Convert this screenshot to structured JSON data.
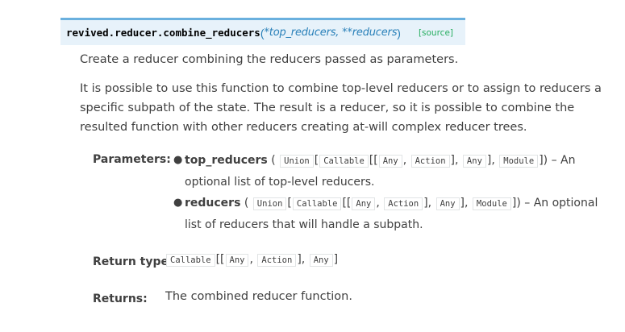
{
  "signature": {
    "qualified_name": "revived.reducer.combine_reducers",
    "open_paren": "(",
    "params": "*top_reducers, **reducers",
    "close_paren": ")",
    "source_link": "[source]"
  },
  "description": {
    "summary": "Create a reducer combining the reducers passed as parameters.",
    "detail": "It is possible to use this function to combine top-level reducers or to assign to reducers a specific subpath of the state. The result is a reducer, so it is possible to combine the resulted function with other reducers creating at-will complex reducer trees."
  },
  "fields": {
    "parameters_label": "Parameters:",
    "return_type_label": "Return type:",
    "returns_label": "Returns:",
    "returns_value": "The combined reducer function."
  },
  "parameters": [
    {
      "name": "top_reducers",
      "type_tokens": [
        "Union",
        "Callable",
        "Any",
        "Action",
        "Any",
        "Module"
      ],
      "description": "An optional list of top-level reducers."
    },
    {
      "name": "reducers",
      "type_tokens": [
        "Union",
        "Callable",
        "Any",
        "Action",
        "Any",
        "Module"
      ],
      "description": "An optional list of reducers that will handle a subpath."
    }
  ],
  "return_type_tokens": [
    "Callable",
    "Any",
    "Action",
    "Any"
  ]
}
